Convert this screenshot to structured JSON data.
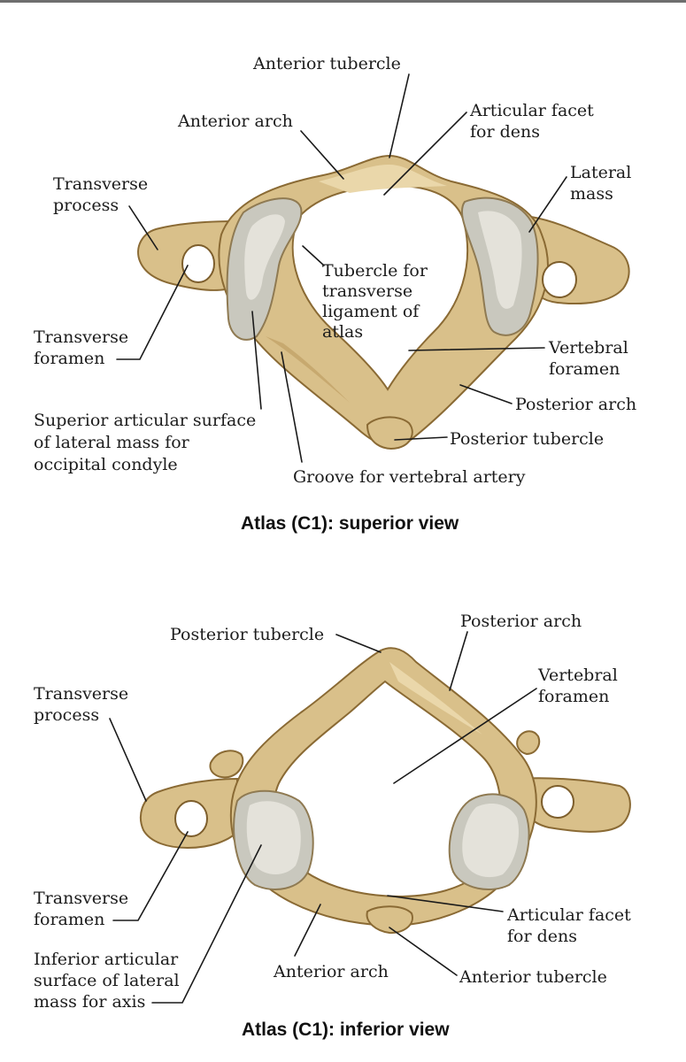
{
  "figures": [
    {
      "caption": "Atlas (C1): superior view",
      "labels": {
        "anterior_tubercle": [
          "Anterior tubercle"
        ],
        "anterior_arch": [
          "Anterior arch"
        ],
        "articular_facet_for_dens": [
          "Articular facet",
          "for dens"
        ],
        "transverse_process": [
          "Transverse",
          "process"
        ],
        "lateral_mass": [
          "Lateral",
          "mass"
        ],
        "tubercle_for_transverse_ligament": [
          "Tubercle for",
          "transverse",
          "ligament of",
          "atlas"
        ],
        "transverse_foramen": [
          "Transverse",
          "foramen"
        ],
        "vertebral_foramen": [
          "Vertebral",
          "foramen"
        ],
        "superior_articular_surface": [
          "Superior articular surface",
          "of lateral mass for",
          "occipital condyle"
        ],
        "posterior_arch": [
          "Posterior arch"
        ],
        "posterior_tubercle": [
          "Posterior tubercle"
        ],
        "groove_for_vertebral_artery": [
          "Groove for vertebral artery"
        ]
      }
    },
    {
      "caption": "Atlas (C1): inferior view",
      "labels": {
        "posterior_tubercle": [
          "Posterior tubercle"
        ],
        "posterior_arch": [
          "Posterior arch"
        ],
        "vertebral_foramen": [
          "Vertebral",
          "foramen"
        ],
        "transverse_process": [
          "Transverse",
          "process"
        ],
        "transverse_foramen": [
          "Transverse",
          "foramen"
        ],
        "articular_facet_for_dens": [
          "Articular facet",
          "for dens"
        ],
        "inferior_articular_surface": [
          "Inferior articular",
          "surface of lateral",
          "mass for axis"
        ],
        "anterior_arch": [
          "Anterior arch"
        ],
        "anterior_tubercle": [
          "Anterior tubercle"
        ]
      }
    }
  ],
  "colors": {
    "bone": "#d9c08a",
    "bone_outline": "#8a6a34",
    "facet": "#c9c8be",
    "leader_lines": "#1a1a1a"
  }
}
